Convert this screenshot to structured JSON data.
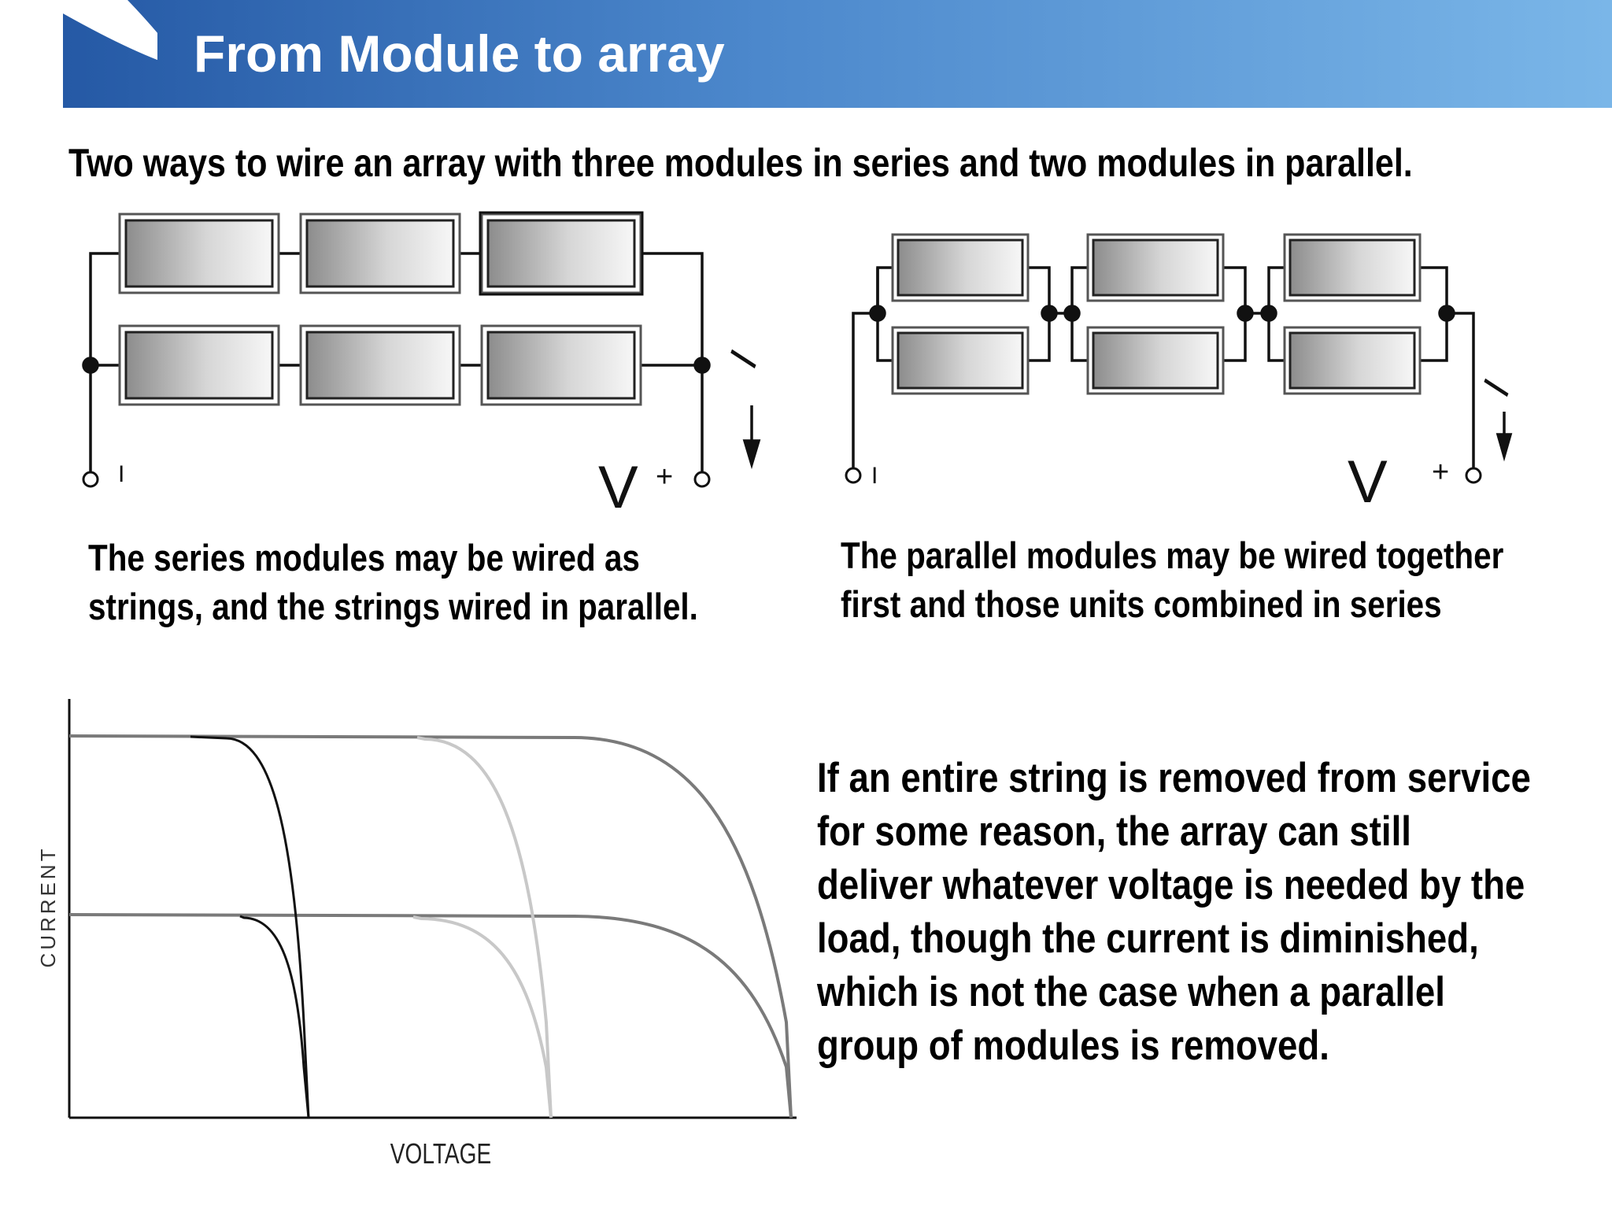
{
  "slide": {
    "title": "From Module to array"
  },
  "subtitle": "Two ways to wire an array with three modules in series and two modules in parallel.",
  "diagram_series": {
    "caption_lines": [
      "The series modules may be wired as",
      "strings, and the strings wired in parallel."
    ],
    "labels": {
      "v": "V",
      "plus": "+",
      "minus": "I",
      "current": "I"
    }
  },
  "diagram_parallel": {
    "caption_lines": [
      "The parallel modules may be wired together",
      "first and those units combined in series"
    ],
    "labels": {
      "v": "V",
      "plus": "+",
      "minus": "I",
      "current": "I"
    }
  },
  "iv_plot": {
    "xlabel": "VOLTAGE",
    "ylabel": "CURRENT",
    "colors": {
      "black": "#111111",
      "light": "#c8c8c8",
      "gray": "#7a7a7a"
    }
  },
  "explanation_lines": [
    "If an entire string is removed from service",
    "for some reason, the array can still",
    "deliver whatever voltage is needed by the",
    "load, though the current is diminished,",
    "which is not the case when a parallel",
    "group of modules is removed."
  ]
}
